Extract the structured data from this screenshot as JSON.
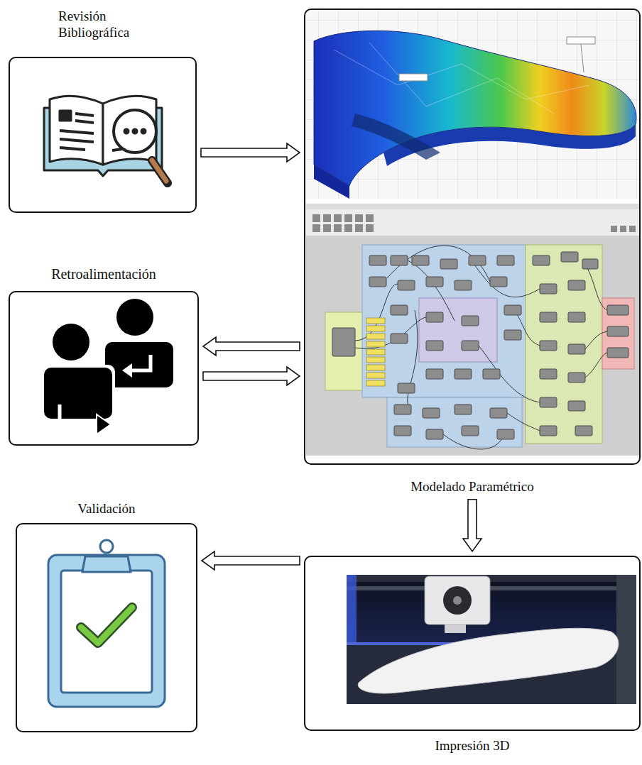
{
  "diagram": {
    "nodes": [
      {
        "text": [
          "Revisión Bibliográfica"
        ]
      },
      {
        "text": [
          "Modelado Paramétrico"
        ]
      },
      {
        "text": [
          "Retroalimentación"
        ]
      },
      {
        "text": [
          "Impresión 3D"
        ]
      },
      {
        "text": [
          "Validación"
        ]
      }
    ],
    "edges": [
      {
        "from": 0,
        "to": 1,
        "arrow": "to"
      },
      {
        "from": 1,
        "to": 2,
        "arrow": "to"
      },
      {
        "from": 2,
        "to": 1,
        "arrow": "to"
      },
      {
        "from": 1,
        "to": 3,
        "arrow": "to"
      },
      {
        "from": 3,
        "to": 4,
        "arrow": "to"
      }
    ]
  }
}
